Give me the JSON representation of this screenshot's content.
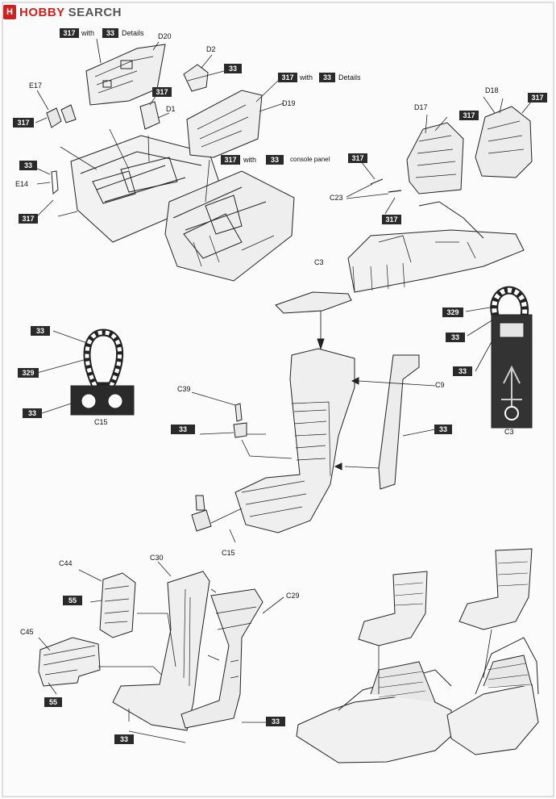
{
  "logo": {
    "mark": "H",
    "brand_red": "HOBBY",
    "brand_gray": "SEARCH"
  },
  "colors": {
    "ink": "#2a2a2a",
    "paper": "#fbfbfb",
    "brand": "#cc2222"
  },
  "tags": {
    "t317": "317",
    "t33": "33",
    "t329": "329",
    "t55": "55"
  },
  "words": {
    "with": "with",
    "details": "Details",
    "console_panel": "console panel"
  },
  "part_labels": {
    "D20": "D20",
    "D2": "D2",
    "D1": "D1",
    "D19": "D19",
    "E17": "E17",
    "E14": "E14",
    "D17": "D17",
    "D18": "D18",
    "C23": "C23",
    "C3": "C3",
    "C15": "C15",
    "C39": "C39",
    "C9": "C9",
    "C44": "C44",
    "C30": "C30",
    "C29": "C29",
    "C45": "C45"
  }
}
